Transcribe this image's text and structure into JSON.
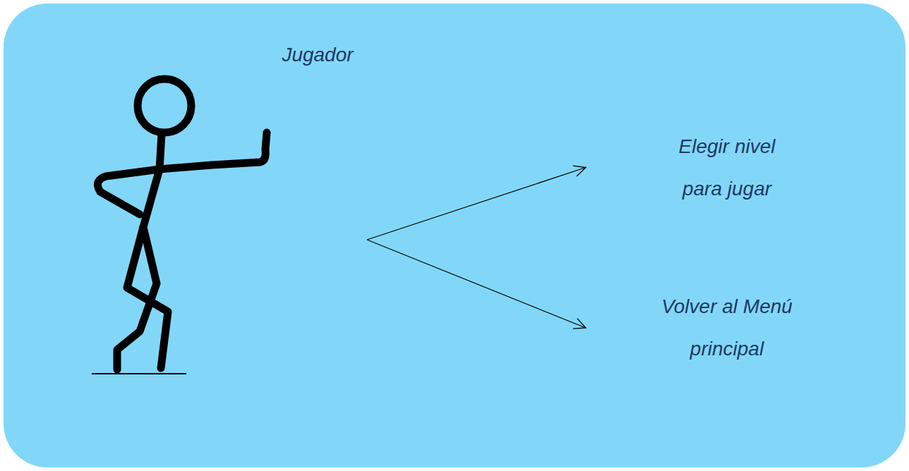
{
  "diagram": {
    "nodes": [
      {
        "text": [
          "Jugador"
        ]
      },
      {
        "text": [
          "Elegir nivel para jugar"
        ]
      },
      {
        "text": [
          "Volver al Menú principal"
        ]
      }
    ],
    "edges": [
      {
        "from": 0,
        "to": 1,
        "arrow": "to"
      },
      {
        "from": 0,
        "to": 2,
        "arrow": "to"
      }
    ]
  }
}
